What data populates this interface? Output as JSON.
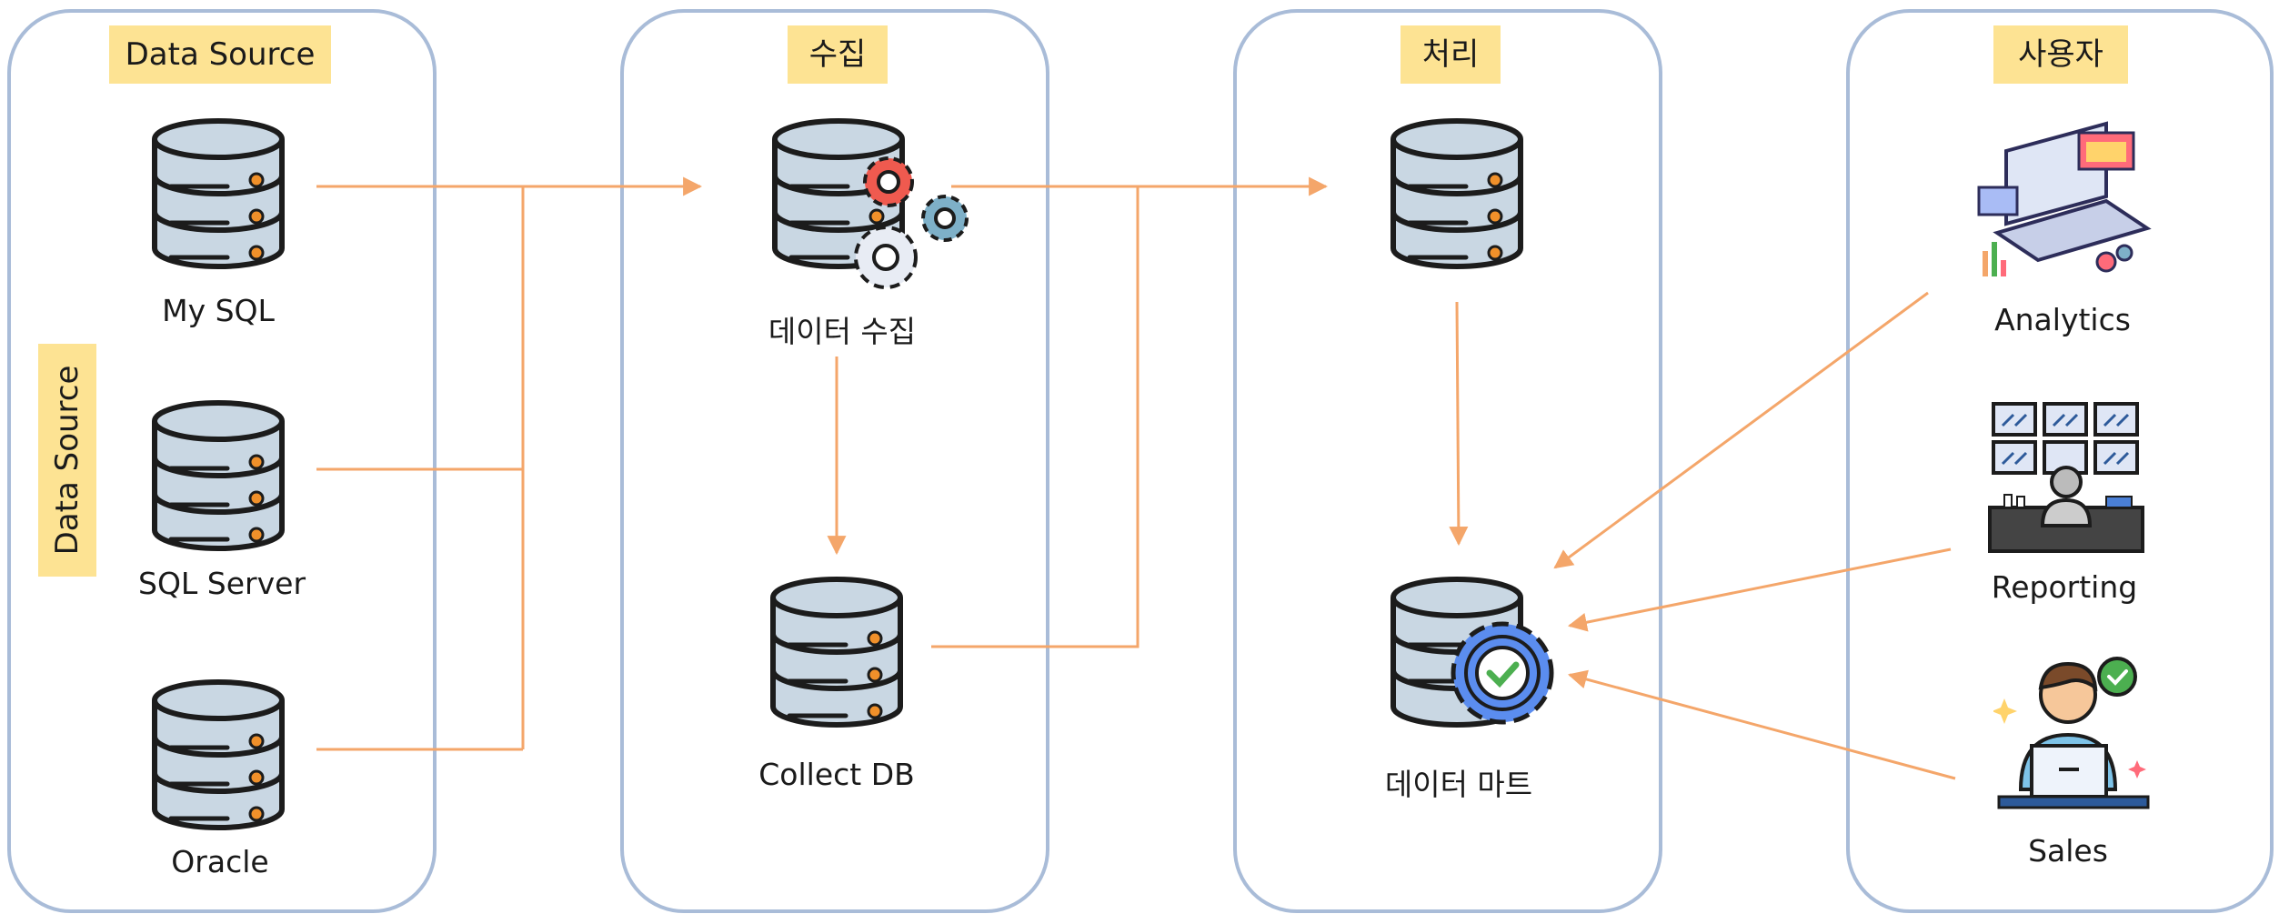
{
  "panels": {
    "source": {
      "title": "Data Source",
      "side_label": "Data Source",
      "items": [
        "My SQL",
        "SQL Server",
        "Oracle"
      ]
    },
    "collect": {
      "title": "수집",
      "items": [
        "데이터 수집",
        "Collect DB"
      ]
    },
    "process": {
      "title": "처리",
      "items": [
        "데이터 마트"
      ]
    },
    "user": {
      "title": "사용자",
      "items": [
        "Analytics",
        "Reporting",
        "Sales"
      ]
    }
  },
  "colors": {
    "panel_border": "#a9bcd8",
    "tag_fill": "#fde393",
    "arrow": "#f4a66a",
    "db_fill": "#c9d7e3",
    "db_stroke": "#1c1c1c",
    "db_led": "#f0902a",
    "gear_blue": "#5b8def"
  }
}
